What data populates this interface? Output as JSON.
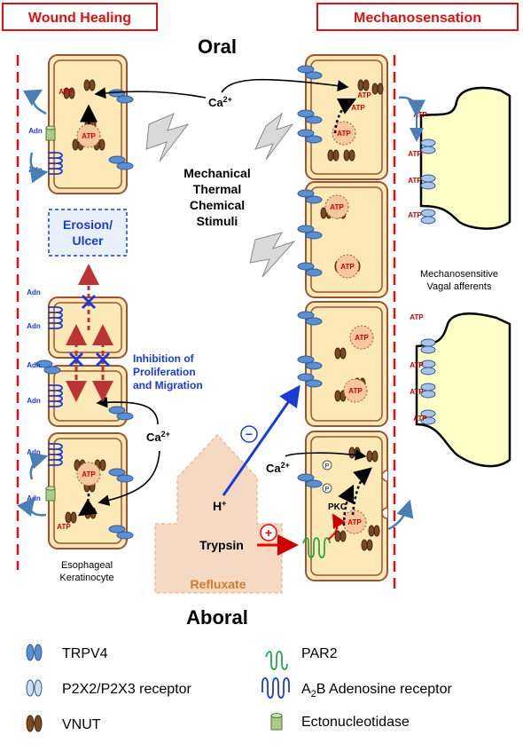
{
  "headers": {
    "left": "Wound Healing",
    "right": "Mechanosensation"
  },
  "labels": {
    "oral": "Oral",
    "aboral": "Aboral",
    "ca": "Ca",
    "ca_sup": "2+",
    "stimuli": [
      "Mechanical",
      "Thermal",
      "Chemical",
      "Stimuli"
    ],
    "erosion": [
      "Erosion/",
      "Ulcer"
    ],
    "inhibition": [
      "Inhibition of",
      "Proliferation",
      "and Migration"
    ],
    "keratinocyte": [
      "Esophageal",
      "Keratinocyte"
    ],
    "vagal": [
      "Mechanosensitive",
      "Vagal afferents"
    ],
    "h": "H",
    "h_sup": "+",
    "trypsin": "Trypsin",
    "refluxate": "Refluxate",
    "pkc": "PKC",
    "atp": "ATP",
    "adn": "Adn",
    "plus": "+",
    "minus": "−",
    "p": "P"
  },
  "legend": {
    "trpv4": "TRPV4",
    "p2x": "P2X2/P2X3 receptor",
    "vnut": "VNUT",
    "par2": "PAR2",
    "a2b_prefix": "A",
    "a2b_sub": "2",
    "a2b_suffix": "B Adenosine receptor",
    "ecto": "Ectonucleotidase"
  },
  "colors": {
    "cell_fill": "#fde9b8",
    "cell_stroke": "#a0522d",
    "header": "#d11",
    "blue_text": "#1a3bd6",
    "atp": "#c00",
    "trpv4": "#5b8fd0",
    "p2x": "#a9c4e6",
    "vnut": "#7a4a24",
    "par2": "#22aa44",
    "ecto": "#a9cc88",
    "refluxate": "#f6d9c2"
  }
}
